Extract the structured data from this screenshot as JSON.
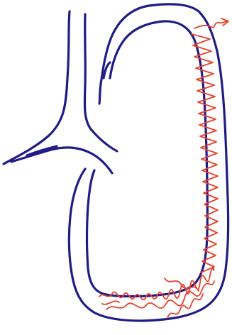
{
  "drawing": {
    "background_color": "#ffffff",
    "outline_color": "#1f1c86",
    "scribble_color": "#e8412b",
    "strokes": [
      {
        "name": "left-upper-stem-line",
        "role": "outline"
      },
      {
        "name": "right-upper-stem-line",
        "role": "outline"
      },
      {
        "name": "left-branch-upper-line",
        "role": "outline"
      },
      {
        "name": "left-branch-lower-line",
        "role": "outline"
      },
      {
        "name": "left-lower-stem-line",
        "role": "outline"
      },
      {
        "name": "outer-loop-line",
        "role": "outline"
      },
      {
        "name": "inner-loop-line",
        "role": "outline"
      },
      {
        "name": "right-side-zigzag-scribble",
        "role": "scribble"
      },
      {
        "name": "top-corner-scribble",
        "role": "scribble"
      },
      {
        "name": "bottom-cluster-scribble",
        "role": "scribble"
      }
    ]
  }
}
